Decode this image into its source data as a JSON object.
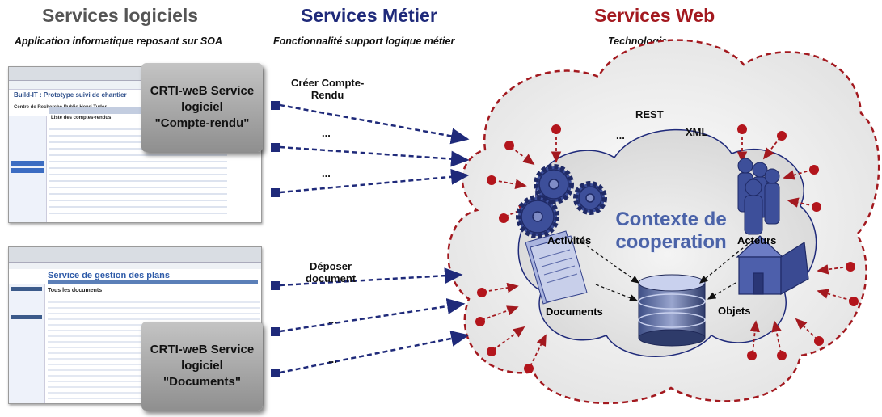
{
  "columns": {
    "logiciels": {
      "title": "Services logiciels",
      "subtitle": "Application informatique reposant sur SOA"
    },
    "metier": {
      "title": "Services Métier",
      "subtitle": "Fonctionnalité support logique métier"
    },
    "web": {
      "title": "Services Web",
      "subtitle": "Technologie"
    }
  },
  "colors": {
    "logiciels": "#555555",
    "metier": "#1f2a7a",
    "web": "#a3191f"
  },
  "screenshots": {
    "top": {
      "app_title": "Build-IT : Prototype suivi de chantier",
      "org": "Centre de Recherche Public Henri Tudor",
      "section": "Liste des comptes-rendus"
    },
    "bottom": {
      "app_title": "Service de gestion des plans",
      "section": "Tous les documents"
    }
  },
  "service_boxes": {
    "compte_rendu": "CRTI-weB Service\nlogiciel\n\"Compte-rendu\"",
    "documents": "CRTI-weB Service\nlogiciel\n\"Documents\""
  },
  "services_metier": {
    "top": [
      "Créer Compte-\nRendu",
      "...",
      "..."
    ],
    "bottom": [
      "Déposer\ndocument",
      "...",
      "..."
    ]
  },
  "cloud": {
    "rest": "REST",
    "xml": "XML",
    "ellipsis": "...",
    "context": "Contexte de\ncooperation",
    "nodes": {
      "activites": "Activités",
      "acteurs": "Acteurs",
      "documents": "Documents",
      "objets": "Objets"
    }
  }
}
